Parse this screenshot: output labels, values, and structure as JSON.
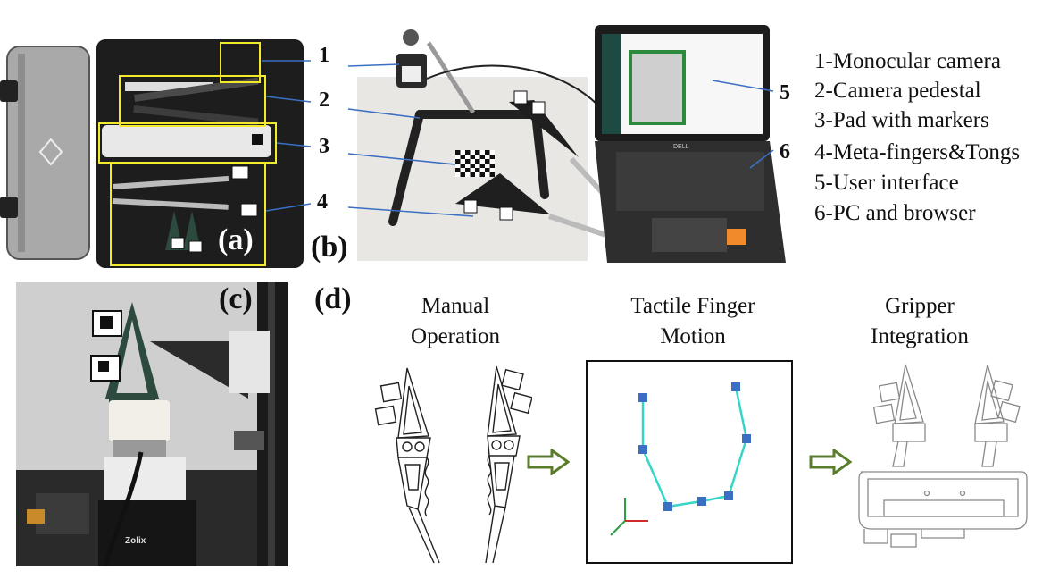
{
  "panels": {
    "a": "(a)",
    "b": "(b)",
    "c": "(c)",
    "d": "(d)"
  },
  "callouts": [
    "1",
    "2",
    "3",
    "4",
    "5",
    "6"
  ],
  "legend": [
    "1-Monocular camera",
    "2-Camera pedestal",
    "3-Pad with markers",
    "4-Meta-fingers&Tongs",
    "5-User interface",
    "6-PC and browser"
  ],
  "stages": [
    {
      "line1": "Manual",
      "line2": "Operation"
    },
    {
      "line1": "Tactile Finger",
      "line2": "Motion"
    },
    {
      "line1": "Gripper",
      "line2": "Integration"
    }
  ],
  "photo_c": {
    "stage_brand": "Zolix"
  },
  "laptop_brand": "DELL",
  "colors": {
    "highlight_box": "#f2ea2a",
    "arrow": "#5a7d2b",
    "trajectory_line": "#35d6c8",
    "trajectory_marker": "#3a6fc4",
    "axis_x": "#d02a2a",
    "axis_y": "#2aa046",
    "axis_z": "#3a56c8",
    "finger_green": "#2d4a3e"
  },
  "icons": [
    "hollow-right-arrow-icon",
    "hollow-right-arrow-icon"
  ]
}
